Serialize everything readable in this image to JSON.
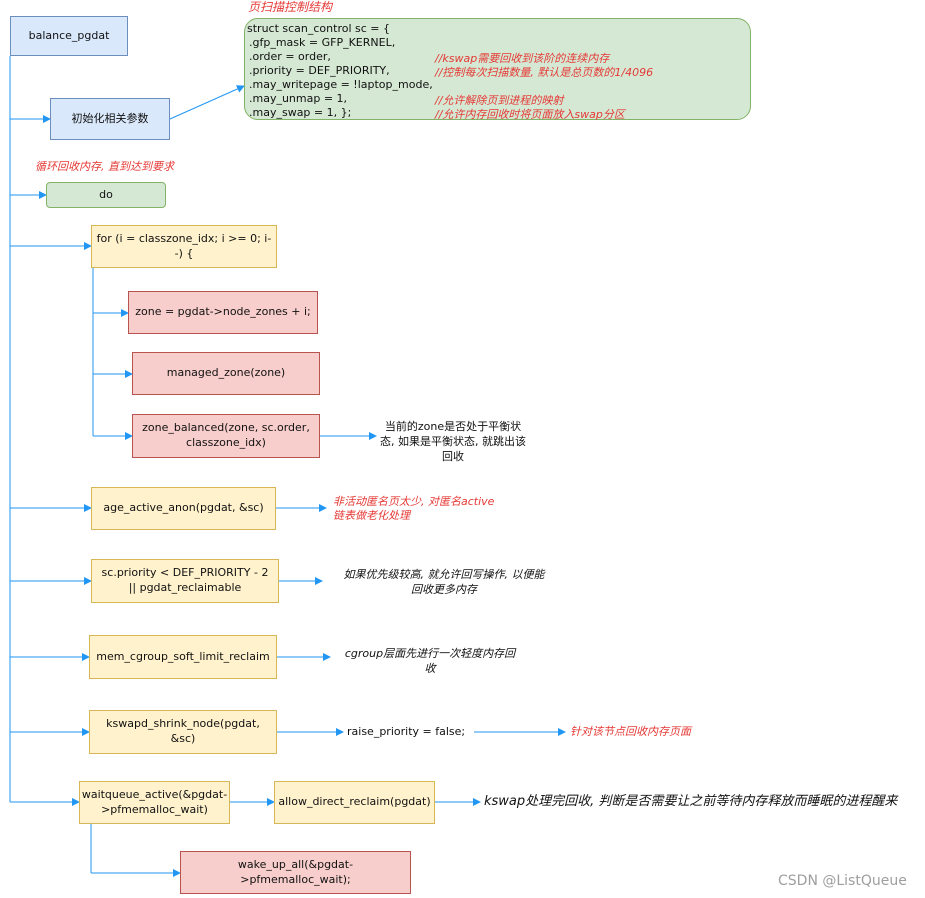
{
  "nodes": {
    "balance_pgdat": "balance_pgdat",
    "init_params": "初始化相关参数",
    "do": "do",
    "for_loop": "for (i = classzone_idx; i >= 0; i--) {",
    "zone_assign": "zone = pgdat->node_zones + i;",
    "managed_zone": "managed_zone(zone)",
    "zone_balanced_1": "zone_balanced(zone, sc.order,",
    "zone_balanced_2": "classzone_idx)",
    "age_active_anon": "age_active_anon(pgdat, &sc)",
    "sc_priority_1": "sc.priority < DEF_PRIORITY - 2",
    "sc_priority_2": "|| pgdat_reclaimable",
    "mem_cgroup": "mem_cgroup_soft_limit_reclaim",
    "kswapd_shrink": "kswapd_shrink_node(pgdat, &sc)",
    "waitqueue_1": "waitqueue_active(&pgdat-",
    "waitqueue_2": ">pfmemalloc_wait)",
    "allow_direct": "allow_direct_reclaim(pgdat)",
    "wake_up": "wake_up_all(&pgdat->pfmemalloc_wait);"
  },
  "struct": {
    "title": "页扫描控制结构",
    "lines": [
      "struct scan_control sc = {",
      ".gfp_mask = GFP_KERNEL,",
      ".order = order,",
      ".priority = DEF_PRIORITY,",
      ".may_writepage = !laptop_mode,",
      ".may_unmap = 1,",
      ".may_swap = 1, };"
    ],
    "comment_order": "//kswap需要回收到该阶的连续内存",
    "comment_priority": "//控制每次扫描数量, 默认是总页数的1/4096",
    "comment_unmap": "//允许解除页到进程的映射",
    "comment_swap": "//允许内存回收时将页面放入swap分区"
  },
  "notes": {
    "loop_note": "循环回收内存, 直到达到要求",
    "zone_balanced_note": "当前的zone是否处于平衡状态, 如果是平衡状态, 就跳出该回收",
    "age_note_1": "非活动匿名页太少, 对匿名active",
    "age_note_2": "链表做老化处理",
    "priority_note_1": "如果优先级较高, 就允许回写操作, 以便能",
    "priority_note_2": "回收更多内存",
    "cgroup_note_1": "cgroup层面先进行一次轻度内存回",
    "cgroup_note_2": "收",
    "raise_priority": "raise_priority = false;",
    "shrink_note": "针对该节点回收内存页面",
    "wakeup_note": "kswap处理完回收, 判断是否需要让之前等待内存释放而睡眠的进程醒来"
  },
  "watermark": "CSDN @ListQueue",
  "colors": {
    "connector": "#2196f3",
    "note_red": "#e53935"
  }
}
